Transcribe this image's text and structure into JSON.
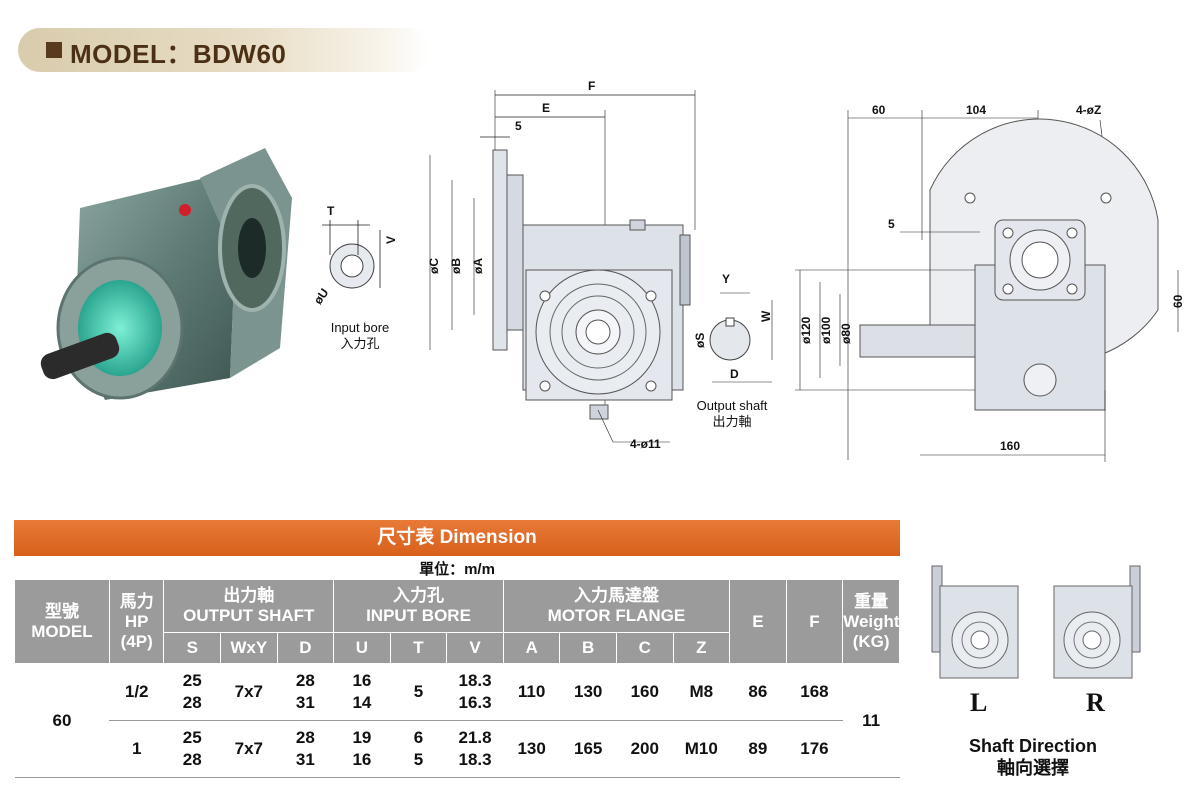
{
  "header": {
    "title": "MODEL：BDW60"
  },
  "drawing": {
    "labels": {
      "F": "F",
      "E": "E",
      "five": "5",
      "T": "T",
      "V": "V",
      "U": "øU",
      "C": "øC",
      "B": "øB",
      "A": "øA",
      "Y": "Y",
      "W": "W",
      "S": "øS",
      "D": "D",
      "bolt": "4-ø11",
      "d60": "60",
      "d104": "104",
      "Z": "4-øZ",
      "five2": "5",
      "d120": "ø120",
      "d100": "ø100",
      "d80": "ø80",
      "h60": "60",
      "d160": "160"
    },
    "input_bore_caption": [
      "Input bore",
      "入力孔"
    ],
    "output_shaft_caption": [
      "Output shaft",
      "出力軸"
    ]
  },
  "table": {
    "title": "尺寸表  Dimension",
    "unit": "單位：m/m",
    "headers": {
      "model": [
        "型號",
        "MODEL"
      ],
      "hp": [
        "馬力",
        "HP",
        "(4P)"
      ],
      "output_shaft": [
        "出力軸",
        "OUTPUT SHAFT"
      ],
      "input_bore": [
        "入力孔",
        "INPUT BORE"
      ],
      "motor_flange": [
        "入力馬達盤",
        "MOTOR FLANGE"
      ],
      "e": "E",
      "f": "F",
      "weight": [
        "重量",
        "Weight",
        "(KG)"
      ],
      "sub": [
        "S",
        "WxY",
        "D",
        "U",
        "T",
        "V",
        "A",
        "B",
        "C",
        "Z"
      ]
    },
    "model_value": "60",
    "weight_value": "11",
    "rows": [
      {
        "hp": "1/2",
        "s": [
          "25",
          "28"
        ],
        "wxy": "7x7",
        "d": [
          "28",
          "31"
        ],
        "u": [
          "16",
          "14"
        ],
        "t": "5",
        "v": [
          "18.3",
          "16.3"
        ],
        "a": "110",
        "b": "130",
        "c": "160",
        "z": "M8",
        "e": "86",
        "f": "168"
      },
      {
        "hp": "1",
        "s": [
          "25",
          "28"
        ],
        "wxy": "7x7",
        "d": [
          "28",
          "31"
        ],
        "u": [
          "19",
          "16"
        ],
        "t": [
          "6",
          "5"
        ],
        "v": [
          "21.8",
          "18.3"
        ],
        "a": "130",
        "b": "165",
        "c": "200",
        "z": "M10",
        "e": "89",
        "f": "176"
      }
    ]
  },
  "shaft_direction": {
    "left": "L",
    "right": "R",
    "caption": [
      "Shaft Direction",
      "軸向選擇"
    ]
  }
}
